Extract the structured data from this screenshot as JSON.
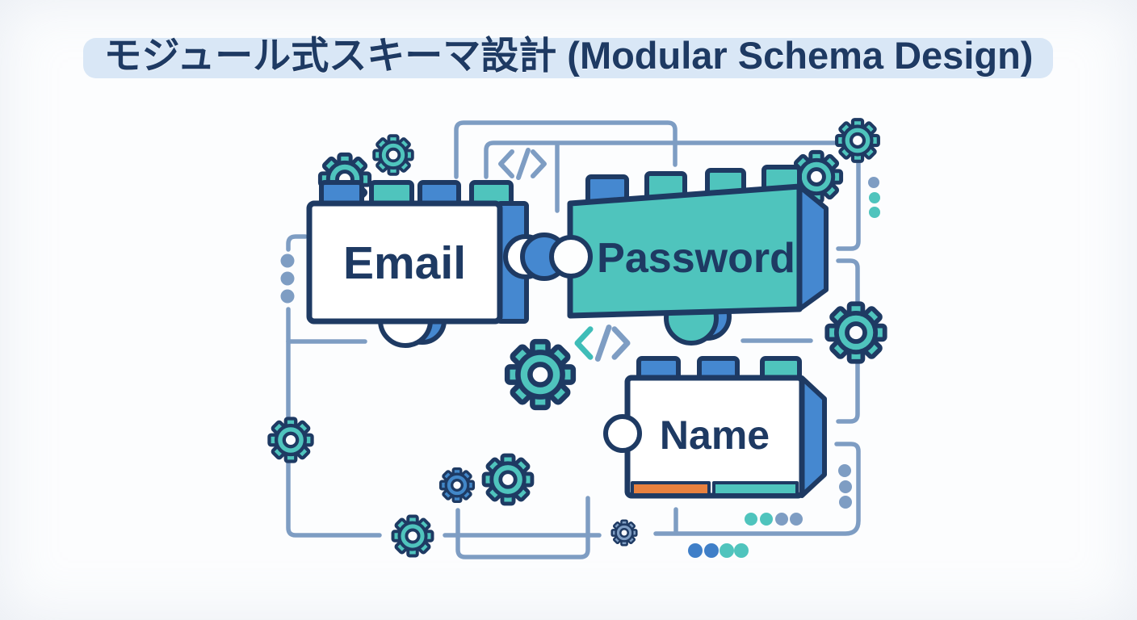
{
  "title": "モジュール式スキーマ設計 (Modular Schema Design)",
  "blocks": {
    "email": {
      "label": "Email"
    },
    "password": {
      "label": "Password"
    },
    "name": {
      "label": "Name"
    }
  },
  "icons": {
    "gear": "gear-icon",
    "code": "code-icon",
    "code_glyph": "</>"
  },
  "colors": {
    "navy_outline": "#1e3a63",
    "teal": "#4fc4bd",
    "blue": "#4588d0",
    "line_blue_gray": "#7e9dc3",
    "orange": "#e8813f",
    "title_highlight": "#d9e7f6",
    "background": "#fcfdfe"
  }
}
